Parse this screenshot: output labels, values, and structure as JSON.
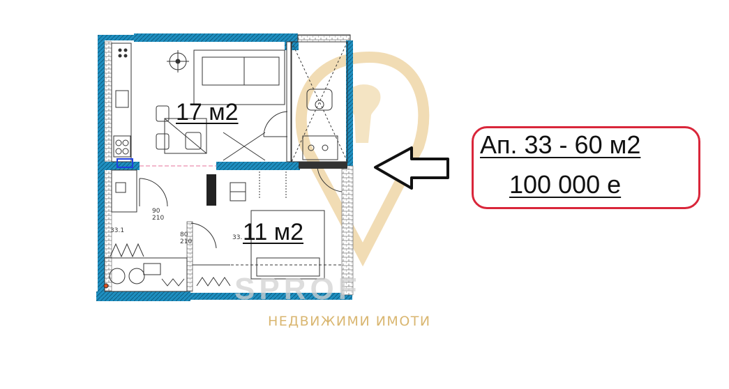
{
  "plan": {
    "rooms": [
      {
        "area": "17 м2"
      },
      {
        "area": "11 м2"
      }
    ],
    "door_dims": [
      {
        "w": "90",
        "h": "210"
      },
      {
        "w": "80",
        "h": "210"
      }
    ],
    "tags": [
      "33.1",
      "33."
    ]
  },
  "info": {
    "apartment": "Ап. 33 - 60 м2",
    "price": "100 000 е"
  },
  "agency": {
    "brand": "SPROF",
    "subtitle": "НЕДВИЖИМИ ИМОТИ"
  },
  "colors": {
    "wall": "#1f8fc0",
    "accent_gold": "#e6c077",
    "box_border": "#d9263a",
    "arrow": "#111111"
  }
}
